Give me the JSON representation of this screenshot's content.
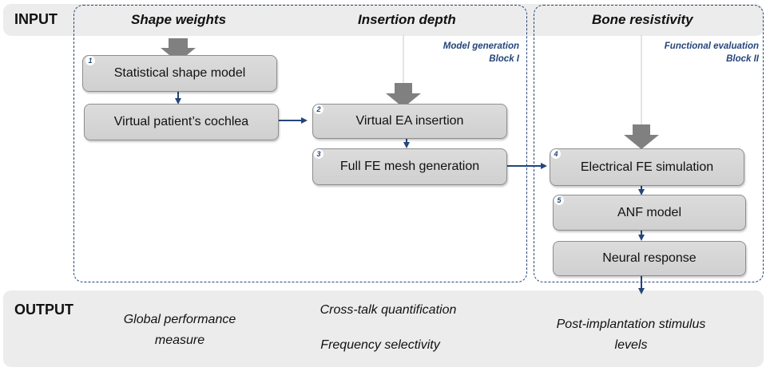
{
  "bands": {
    "input_label": "INPUT",
    "output_label": "OUTPUT"
  },
  "inputs": {
    "shape_weights": "Shape weights",
    "insertion_depth": "Insertion depth",
    "bone_resistivity": "Bone resistivity"
  },
  "blocks": {
    "block1": {
      "title": "Model generation",
      "subtitle": "Block I"
    },
    "block2": {
      "title": "Functional evaluation",
      "subtitle": "Block II"
    }
  },
  "steps": {
    "ssm": {
      "number": "1",
      "label": "Statistical shape model"
    },
    "cochlea": {
      "label": "Virtual patient’s cochlea"
    },
    "ea": {
      "number": "2",
      "label": "Virtual EA insertion"
    },
    "mesh": {
      "number": "3",
      "label": "Full FE mesh generation"
    },
    "fesim": {
      "number": "4",
      "label": "Electrical FE simulation"
    },
    "anf": {
      "number": "5",
      "label": "ANF model"
    },
    "neural": {
      "label": "Neural response"
    }
  },
  "outputs": {
    "global_line1": "Global performance",
    "global_line2": "measure",
    "crosstalk": "Cross-talk quantification",
    "frequency": "Frequency selectivity",
    "post_line1": "Post-implantation stimulus",
    "post_line2": "levels"
  },
  "colors": {
    "arrow": "#24467a",
    "big_arrow": "#808080",
    "box": "#d6d6d6",
    "band": "#ececec"
  }
}
